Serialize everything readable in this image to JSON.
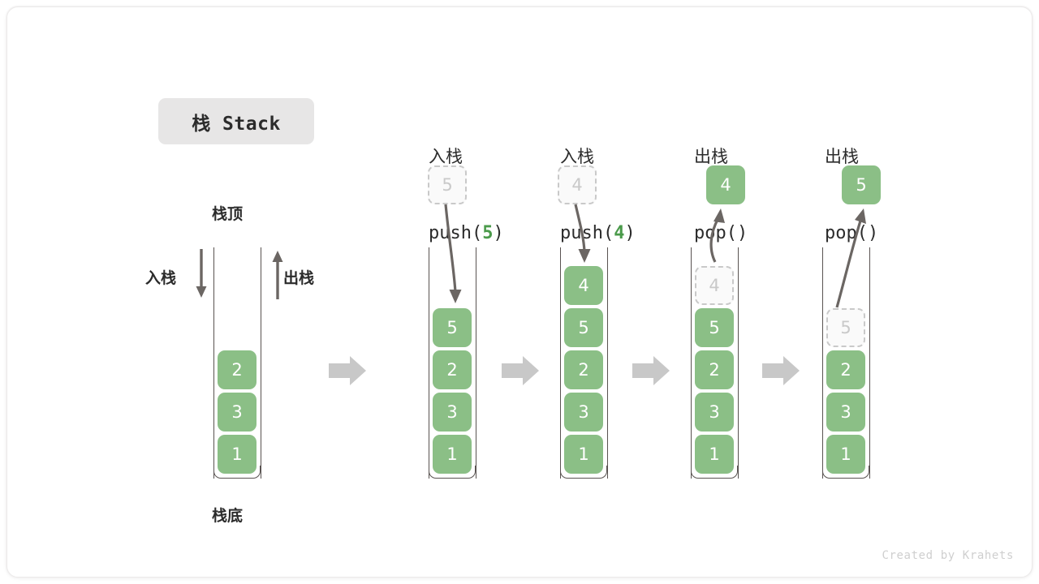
{
  "title_chip": {
    "label": "栈 Stack"
  },
  "watermark": {
    "text": "Created by Krahets"
  },
  "labels": {
    "top": "栈顶",
    "bottom": "栈底",
    "push_side": "入栈",
    "pop_side": "出栈"
  },
  "colors": {
    "cell_fill": "#8bbf86",
    "cell_text": "#ffffff",
    "ghost_border": "#c9c9c9",
    "ghost_text": "#c9c9c9",
    "wall": "#595351",
    "flow_arrow": "#c8c8c8",
    "curve_arrow": "#6b6663",
    "chip_bg": "#e7e6e6",
    "accent_green": "#4a9a4a"
  },
  "columns": [
    {
      "id": "initial",
      "head_line1": "",
      "head_line2": "",
      "head_value": "",
      "cells": [
        {
          "value": "2",
          "state": "filled"
        },
        {
          "value": "3",
          "state": "filled"
        },
        {
          "value": "1",
          "state": "filled"
        }
      ],
      "floating": null
    },
    {
      "id": "push5",
      "head_line1": "入栈",
      "head_pre": "push(",
      "head_value": "5",
      "head_post": ")",
      "cells": [
        {
          "value": "5",
          "state": "filled"
        },
        {
          "value": "2",
          "state": "filled"
        },
        {
          "value": "3",
          "state": "filled"
        },
        {
          "value": "1",
          "state": "filled"
        }
      ],
      "floating": {
        "value": "5",
        "state": "ghost"
      }
    },
    {
      "id": "push4",
      "head_line1": "入栈",
      "head_pre": "push(",
      "head_value": "4",
      "head_post": ")",
      "cells": [
        {
          "value": "4",
          "state": "filled"
        },
        {
          "value": "5",
          "state": "filled"
        },
        {
          "value": "2",
          "state": "filled"
        },
        {
          "value": "3",
          "state": "filled"
        },
        {
          "value": "1",
          "state": "filled"
        }
      ],
      "floating": {
        "value": "4",
        "state": "ghost"
      }
    },
    {
      "id": "pop1",
      "head_line1": "出栈",
      "head_pre": "pop(",
      "head_value": "",
      "head_post": ")",
      "cells": [
        {
          "value": "4",
          "state": "ghost"
        },
        {
          "value": "5",
          "state": "filled"
        },
        {
          "value": "2",
          "state": "filled"
        },
        {
          "value": "3",
          "state": "filled"
        },
        {
          "value": "1",
          "state": "filled"
        }
      ],
      "floating": {
        "value": "4",
        "state": "filled"
      }
    },
    {
      "id": "pop2",
      "head_line1": "出栈",
      "head_pre": "pop(",
      "head_value": "",
      "head_post": ")",
      "cells": [
        {
          "value": "5",
          "state": "ghost"
        },
        {
          "value": "2",
          "state": "filled"
        },
        {
          "value": "3",
          "state": "filled"
        },
        {
          "value": "1",
          "state": "filled"
        }
      ],
      "floating": {
        "value": "5",
        "state": "filled"
      }
    }
  ]
}
